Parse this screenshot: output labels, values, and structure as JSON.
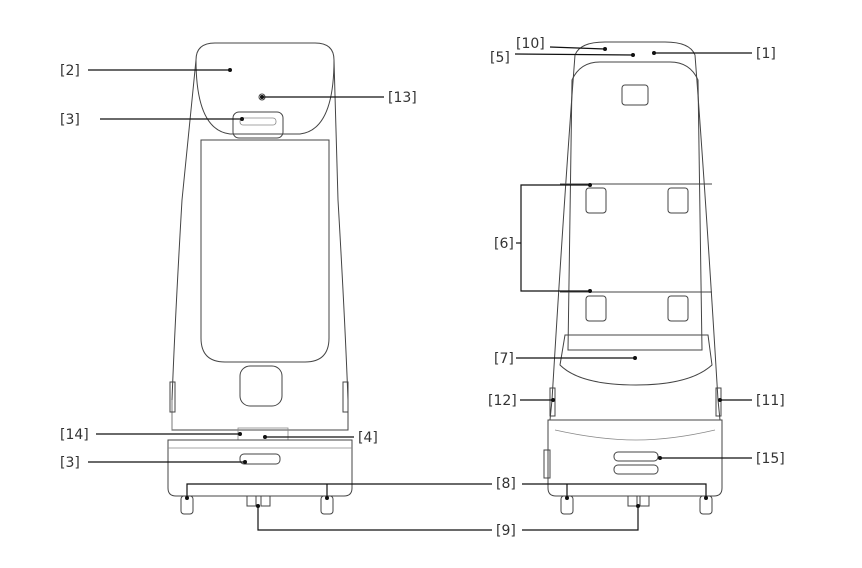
{
  "labels": {
    "front_2": "[2]",
    "front_3_top": "[3]",
    "front_13": "[13]",
    "front_14": "[14]",
    "front_4": "[4]",
    "front_3_bottom": "[3]",
    "shared_8": "[8]",
    "shared_9": "[9]",
    "back_10": "[10]",
    "back_5": "[5]",
    "back_1": "[1]",
    "back_6": "[6]",
    "back_7": "[7]",
    "back_12": "[12]",
    "back_11": "[11]",
    "back_15": "[15]"
  }
}
